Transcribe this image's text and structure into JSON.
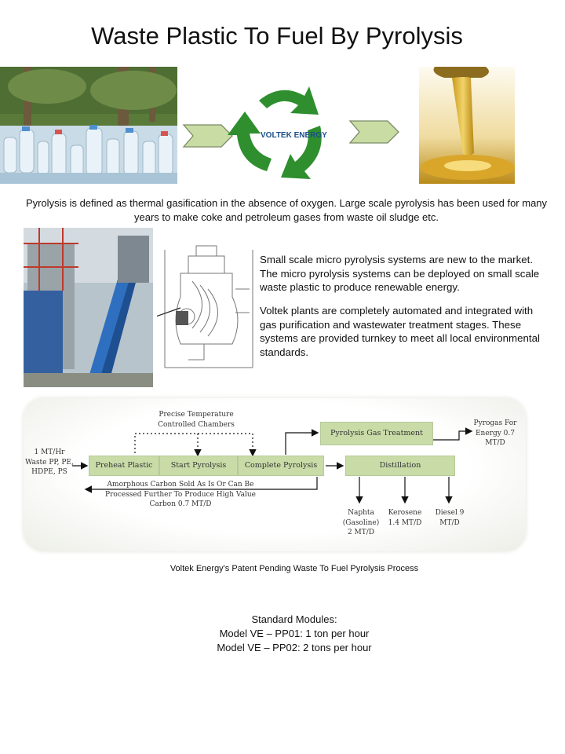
{
  "title": "Waste Plastic To Fuel By Pyrolysis",
  "logo_text": "VOLTEK ENERGY",
  "intro": "Pyrolysis is defined as thermal gasification in the absence of oxygen. Large scale pyrolysis has been used for many years to make coke and petroleum gases from waste oil sludge etc.",
  "para1": "Small scale micro pyrolysis systems are new to the market. The micro pyrolysis systems can be deployed on small scale waste plastic to produce renewable energy.",
  "para2": "Voltek plants are completely automated and integrated with gas purification and wastewater treatment stages. These systems are provided turnkey to meet all local environmental standards.",
  "flow": {
    "precise": "Precise Temperature Controlled Chambers",
    "input": "1 MT/Hr Waste PP, PE, HDPE, PS",
    "preheat": "Preheat Plastic",
    "start": "Start Pyrolysis",
    "complete": "Complete Pyrolysis",
    "gas_treatment": "Pyrolysis Gas Treatment",
    "pyrogas": "Pyrogas For Energy 0.7 MT/D",
    "distillation": "Distillation",
    "carbon": "Amorphous Carbon Sold As Is Or Can Be Processed Further To Produce High Value Carbon 0.7 MT/D",
    "naphtha": "Naphta (Gasoline) 2 MT/D",
    "kerosene": "Kerosene 1.4 MT/D",
    "diesel": "Diesel 9 MT/D"
  },
  "caption": "Voltek Energy's Patent Pending Waste To Fuel Pyrolysis Process",
  "modules": {
    "heading": "Standard Modules:",
    "model1": "Model VE – PP01: 1 ton per hour",
    "model2": "Model VE – PP02: 2 tons per hour"
  }
}
